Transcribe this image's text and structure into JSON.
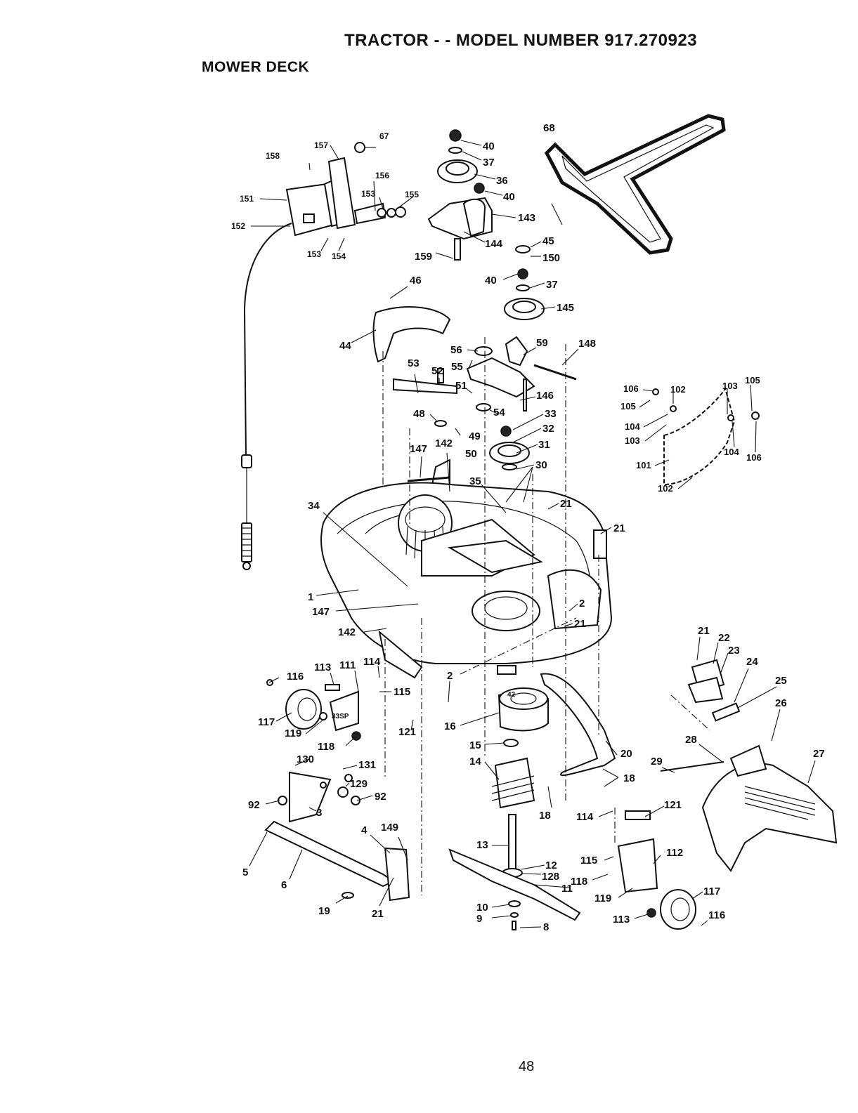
{
  "header": {
    "title": "TRACTOR - - MODEL NUMBER 917.270923",
    "section": "MOWER DECK"
  },
  "footer": {
    "page_number": "48"
  },
  "callouts": {
    "c1": "1",
    "c2a": "2",
    "c2b": "2",
    "c3": "3",
    "c4": "4",
    "c5": "5",
    "c6": "6",
    "c8": "8",
    "c9": "9",
    "c10": "10",
    "c11": "11",
    "c12": "12",
    "c13": "13",
    "c14": "14",
    "c15": "15",
    "c16": "16",
    "c18a": "18",
    "c18b": "18",
    "c19": "19",
    "c20": "20",
    "c21a": "21",
    "c21b": "21",
    "c21c": "21",
    "c21d": "21",
    "c21e": "21",
    "c22": "22",
    "c23": "23",
    "c24": "24",
    "c25": "25",
    "c26": "26",
    "c27": "27",
    "c28": "28",
    "c29": "29",
    "c30": "30",
    "c31": "31",
    "c32": "32",
    "c33": "33",
    "c34": "34",
    "c35": "35",
    "c36": "36",
    "c37a": "37",
    "c37b": "37",
    "c40a": "40",
    "c40b": "40",
    "c40c": "40",
    "c44": "44",
    "c45": "45",
    "c46": "46",
    "c48": "48",
    "c49": "49",
    "c50": "50",
    "c51": "51",
    "c52": "52",
    "c53": "53",
    "c54": "54",
    "c55": "55",
    "c56": "56",
    "c59": "59",
    "c67": "67",
    "c68": "68",
    "c92a": "92",
    "c92b": "92",
    "c101": "101",
    "c102a": "102",
    "c102b": "102",
    "c103a": "103",
    "c103b": "103",
    "c104a": "104",
    "c104b": "104",
    "c105a": "105",
    "c105b": "105",
    "c106a": "106",
    "c106b": "106",
    "c111": "111",
    "c112": "112",
    "c113a": "113",
    "c113b": "113",
    "c114a": "114",
    "c114b": "114",
    "c115a": "115",
    "c115b": "115",
    "c116a": "116",
    "c116b": "116",
    "c117a": "117",
    "c117b": "117",
    "c118a": "118",
    "c118b": "118",
    "c119a": "119",
    "c119b": "119",
    "c121a": "121",
    "c121b": "121",
    "c128": "128",
    "c129": "129",
    "c130": "130",
    "c131": "131",
    "c142a": "142",
    "c142b": "142",
    "c143": "143",
    "c144": "144",
    "c145": "145",
    "c146": "146",
    "c147a": "147",
    "c147b": "147",
    "c148": "148",
    "c149": "149",
    "c150": "150",
    "c151": "151",
    "c152": "152",
    "c153a": "153",
    "c153b": "153",
    "c154": "154",
    "c155": "155",
    "c156": "156",
    "c157": "157",
    "c158": "158",
    "c159": "159"
  },
  "decals": {
    "deck_plate": "42",
    "wheel_bracket": "33SP"
  }
}
